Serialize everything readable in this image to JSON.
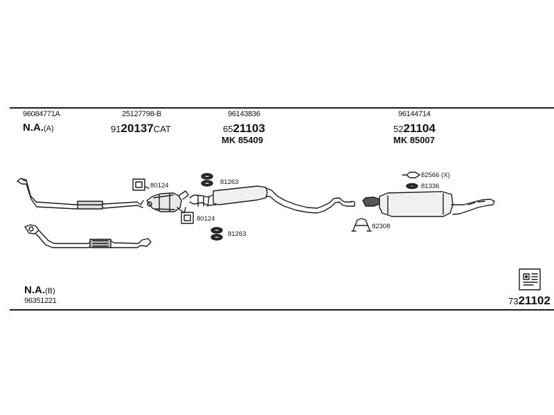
{
  "header": {
    "col1": {
      "oe": "96084771A",
      "na": "N.A.",
      "variant": "(A)"
    },
    "col2": {
      "oe": "25127798-B",
      "prefix": "91",
      "number": "20137",
      "suffix": "CAT"
    },
    "col3": {
      "oe": "96143836",
      "prefix": "65",
      "number": "21103",
      "mk": "MK 85409"
    },
    "col4": {
      "oe": "96144714",
      "prefix": "52",
      "number": "21104",
      "mk": "MK 85007"
    }
  },
  "parts": {
    "clamp_80124_top": "80124",
    "clamp_80124_bottom": "80124",
    "ring_81263_top": "81263",
    "ring_81263_bottom": "81263",
    "hanger_82566": "82566 (X)",
    "ring_81336": "81336",
    "bracket_82308": "82308"
  },
  "footer": {
    "na": "N.A.",
    "variant": "(B)",
    "oe": "96351221",
    "prefix": "73",
    "number": "21102"
  }
}
